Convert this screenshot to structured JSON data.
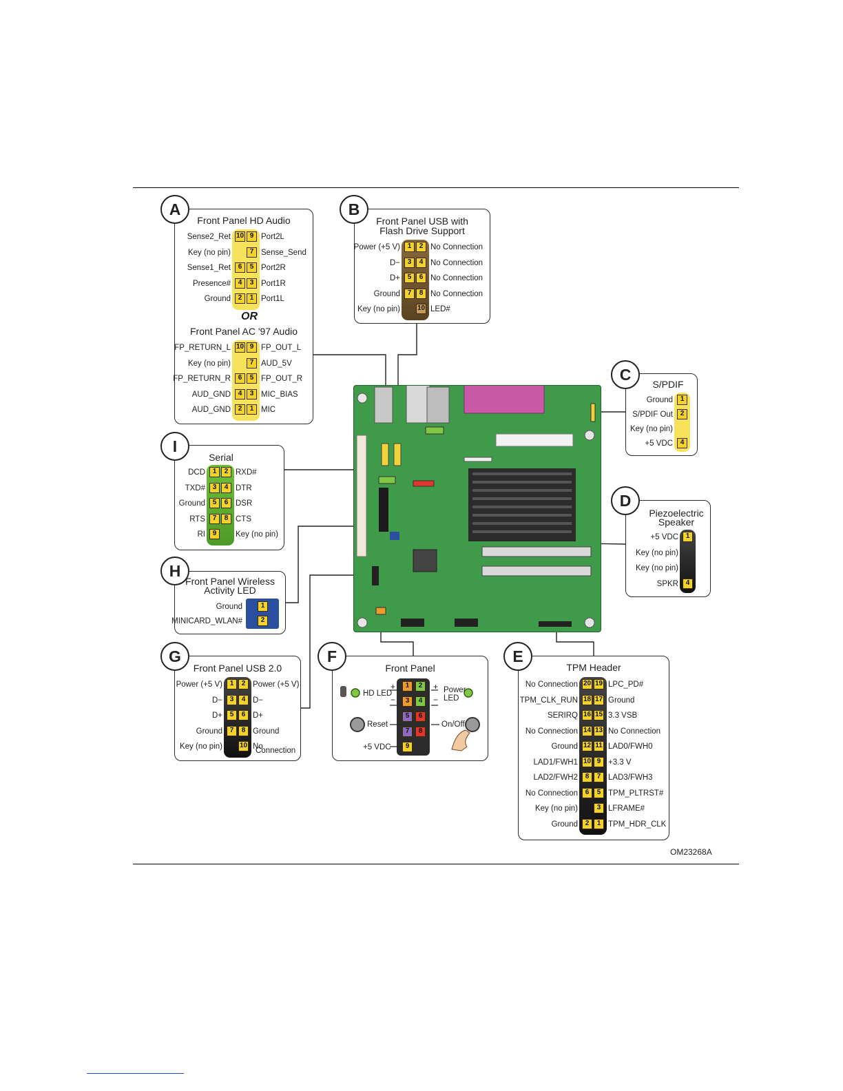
{
  "figure_id": "OM23268A",
  "panels": {
    "A": {
      "letter": "A",
      "title_hd": "Front Panel HD Audio",
      "or_text": "OR",
      "title_ac97": "Front Panel AC '97 Audio",
      "hd_rows": [
        {
          "left": "Sense2_Ret",
          "p1": "10",
          "p2": "9",
          "right": "Port2L"
        },
        {
          "left": "Key (no pin)",
          "p1": "",
          "p2": "7",
          "right": "Sense_Send"
        },
        {
          "left": "Sense1_Ret",
          "p1": "6",
          "p2": "5",
          "right": "Port2R"
        },
        {
          "left": "Presence#",
          "p1": "4",
          "p2": "3",
          "right": "Port1R"
        },
        {
          "left": "Ground",
          "p1": "2",
          "p2": "1",
          "right": "Port1L"
        }
      ],
      "ac97_rows": [
        {
          "left": "FP_RETURN_L",
          "p1": "10",
          "p2": "9",
          "right": "FP_OUT_L"
        },
        {
          "left": "Key (no pin)",
          "p1": "",
          "p2": "7",
          "right": "AUD_5V"
        },
        {
          "left": "FP_RETURN_R",
          "p1": "6",
          "p2": "5",
          "right": "FP_OUT_R"
        },
        {
          "left": "AUD_GND",
          "p1": "4",
          "p2": "3",
          "right": "MIC_BIAS"
        },
        {
          "left": "AUD_GND",
          "p1": "2",
          "p2": "1",
          "right": "MIC"
        }
      ]
    },
    "B": {
      "letter": "B",
      "title_line1": "Front Panel USB with",
      "title_line2": "Flash Drive Support",
      "rows": [
        {
          "left": "Power (+5 V)",
          "p1": "1",
          "p2": "2",
          "right": "No Connection"
        },
        {
          "left": "D−",
          "p1": "3",
          "p2": "4",
          "right": "No Connection"
        },
        {
          "left": "D+",
          "p1": "5",
          "p2": "6",
          "right": "No Connection"
        },
        {
          "left": "Ground",
          "p1": "7",
          "p2": "8",
          "right": "No Connection"
        },
        {
          "left": "Key (no pin)",
          "p1": "",
          "p2": "10",
          "right": "LED#"
        }
      ]
    },
    "C": {
      "letter": "C",
      "title": "S/PDIF",
      "rows": [
        {
          "left": "Ground",
          "pin": "1"
        },
        {
          "left": "S/PDIF Out",
          "pin": "2"
        },
        {
          "left": "Key (no pin)",
          "pin": ""
        },
        {
          "left": "+5 VDC",
          "pin": "4"
        }
      ]
    },
    "D": {
      "letter": "D",
      "title_line1": "Piezoelectric",
      "title_line2": "Speaker",
      "rows": [
        {
          "left": "+5 VDC",
          "pin": "1"
        },
        {
          "left": "Key (no pin)",
          "pin": ""
        },
        {
          "left": "Key (no pin)",
          "pin": ""
        },
        {
          "left": "SPKR",
          "pin": "4"
        }
      ]
    },
    "E": {
      "letter": "E",
      "title": "TPM Header",
      "rows": [
        {
          "left": "No Connection",
          "p1": "20",
          "p2": "19",
          "right": "LPC_PD#"
        },
        {
          "left": "TPM_CLK_RUN",
          "p1": "18",
          "p2": "17",
          "right": "Ground"
        },
        {
          "left": "SERIRQ",
          "p1": "16",
          "p2": "15",
          "right": "3.3 VSB"
        },
        {
          "left": "No Connection",
          "p1": "14",
          "p2": "13",
          "right": "No Connection"
        },
        {
          "left": "Ground",
          "p1": "12",
          "p2": "11",
          "right": "LAD0/FWH0"
        },
        {
          "left": "LAD1/FWH1",
          "p1": "10",
          "p2": "9",
          "right": "+3.3 V"
        },
        {
          "left": "LAD2/FWH2",
          "p1": "8",
          "p2": "7",
          "right": "LAD3/FWH3"
        },
        {
          "left": "No Connection",
          "p1": "6",
          "p2": "5",
          "right": "TPM_PLTRST#"
        },
        {
          "left": "Key (no pin)",
          "p1": "",
          "p2": "3",
          "right": "LFRAME#"
        },
        {
          "left": "Ground",
          "p1": "2",
          "p2": "1",
          "right": "TPM_HDR_CLK"
        }
      ]
    },
    "F": {
      "letter": "F",
      "title": "Front Panel",
      "hd_led": "HD LED",
      "power_led_line1": "Power",
      "power_led_line2": "LED",
      "reset": "Reset",
      "onoff": "On/Off",
      "vdc": "+5 VDC",
      "plus": "+",
      "minus": "−",
      "pins": [
        "1",
        "2",
        "3",
        "4",
        "5",
        "6",
        "7",
        "8",
        "9"
      ]
    },
    "G": {
      "letter": "G",
      "title": "Front Panel USB 2.0",
      "rows": [
        {
          "left": "Power (+5 V)",
          "p1": "1",
          "p2": "2",
          "right": "Power (+5 V)"
        },
        {
          "left": "D−",
          "p1": "3",
          "p2": "4",
          "right": "D−"
        },
        {
          "left": "D+",
          "p1": "5",
          "p2": "6",
          "right": "D+"
        },
        {
          "left": "Ground",
          "p1": "7",
          "p2": "8",
          "right": "Ground"
        },
        {
          "left": "Key (no pin)",
          "p1": "",
          "p2": "10",
          "right": "No"
        }
      ],
      "last_right_line2": "Connection"
    },
    "H": {
      "letter": "H",
      "title_line1": "Front Panel Wireless",
      "title_line2": "Activity LED",
      "rows": [
        {
          "left": "Ground",
          "pin": "1"
        },
        {
          "left": "MINICARD_WLAN#",
          "pin": "2"
        }
      ]
    },
    "I": {
      "letter": "I",
      "title": "Serial",
      "rows": [
        {
          "left": "DCD",
          "p1": "1",
          "p2": "2",
          "right": "RXD#"
        },
        {
          "left": "TXD#",
          "p1": "3",
          "p2": "4",
          "right": "DTR"
        },
        {
          "left": "Ground",
          "p1": "5",
          "p2": "6",
          "right": "DSR"
        },
        {
          "left": "RTS",
          "p1": "7",
          "p2": "8",
          "right": "CTS"
        },
        {
          "left": "RI",
          "p1": "9",
          "p2": "",
          "right": "Key (no pin)"
        }
      ]
    }
  },
  "colors": {
    "pin_yellow": "#f3d22a",
    "pin_green": "#7fc843",
    "pin_brown": "#c79b5a",
    "pin_orange": "#ee9a2c",
    "pin_purple": "#8d6bc0",
    "pin_red": "#e2352c",
    "pin_black": "#2a2a2a",
    "board_green": "#3f9a4a",
    "wlan_blue": "#2a4fa0"
  }
}
